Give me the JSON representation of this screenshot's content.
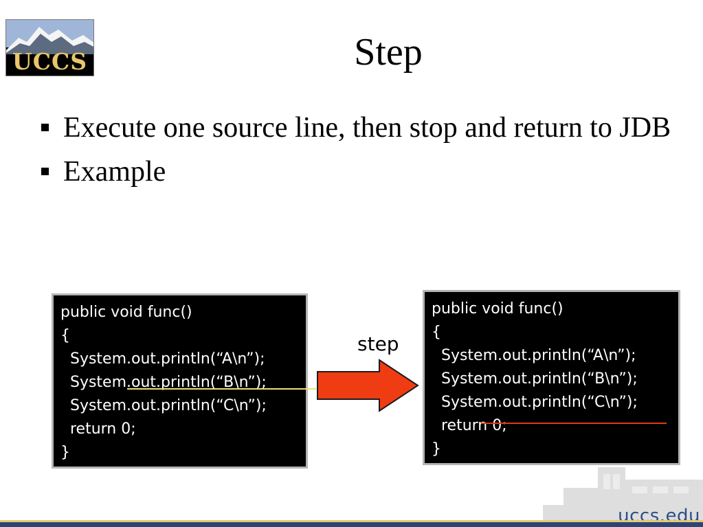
{
  "logo": {
    "text": "UCCS"
  },
  "title": "Step",
  "bullets": [
    "Execute one source line, then stop and return to JDB",
    "Example"
  ],
  "code_before": [
    "public void func()",
    "{",
    "  System.out.println(“A\\n”);",
    "  System.out.println(“B\\n”);",
    "  System.out.println(“C\\n”);",
    "  return 0;",
    "}"
  ],
  "code_after": [
    "public void func()",
    "{",
    "  System.out.println(“A\\n”);",
    "  System.out.println(“B\\n”);",
    "  System.out.println(“C\\n”);",
    "  return 0;",
    "}"
  ],
  "step_label": "step",
  "footer_link": "uccs.edu",
  "colors": {
    "arrow_fill": "#f03c12",
    "arrow_stroke": "#1b1b1b",
    "current_line_before": "#e9e36a",
    "current_line_after": "#e13a15",
    "code_background": "#000000",
    "footer_gold": "#e5c870",
    "footer_navy": "#2a4677",
    "link_blue": "#2b4f86"
  }
}
